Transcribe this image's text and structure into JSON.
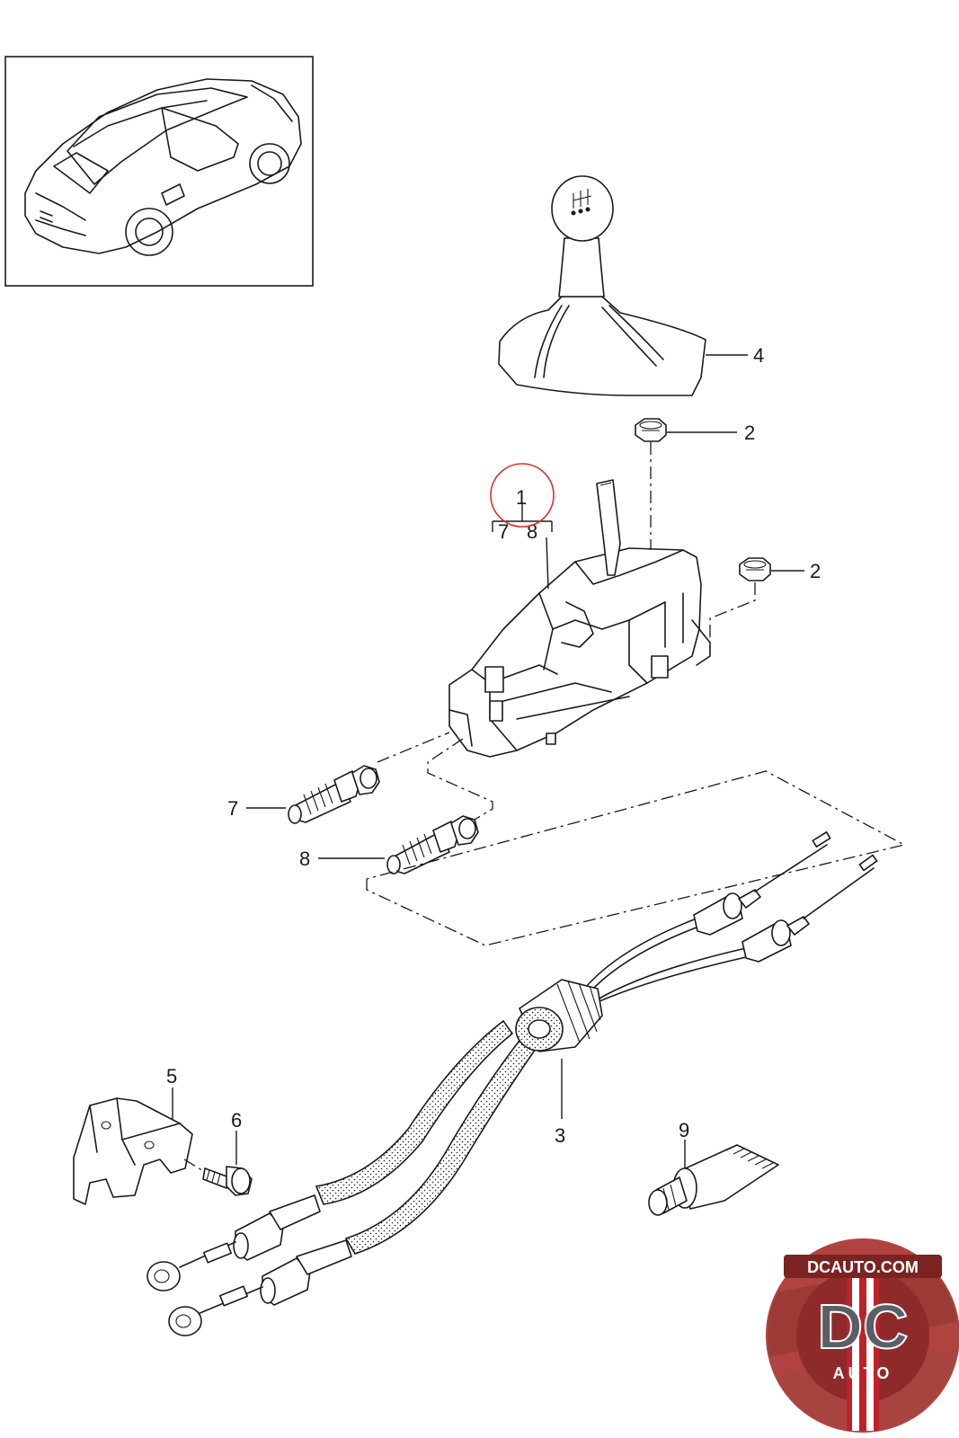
{
  "callouts": {
    "c1": "1",
    "c2a": "2",
    "c2b": "2",
    "c3": "3",
    "c4": "4",
    "c5": "5",
    "c6": "6",
    "c7": "7",
    "c8": "8",
    "c9": "9",
    "sub7": "7",
    "sub8": "8"
  },
  "logo": {
    "text_top": "DCAUTO.COM",
    "text_main": "DC",
    "text_sub": "AUTO",
    "colors": {
      "outer": "#b0433f",
      "inner": "#8f2a2a",
      "stripe": "#c0202a",
      "letters": "#5a5f66"
    }
  },
  "highlight": {
    "color": "#e03030"
  }
}
